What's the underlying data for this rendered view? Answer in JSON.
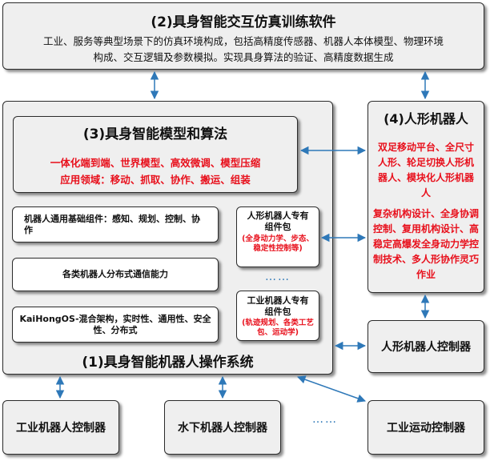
{
  "sim": {
    "title": "(2)具身智能交互仿真训练软件",
    "desc_line1": "工业、服务等典型场景下的仿真环境构成，包括高精度传感器、机器人本体模型、物理环境",
    "desc_line2": "构成、交互逻辑及参数模拟。实现具身算法的验证、高精度数据生成"
  },
  "model": {
    "title": "(3)具身智能模型和算法",
    "line1": "一体化端到端、世界模型、高效微调、模型压缩",
    "line2": "应用领域：移动、抓取、协作、搬运、组装"
  },
  "os": {
    "title": "(1)具身智能机器人操作系统",
    "basic_components": "机器人通用基础组件：感知、规划、控制、协作",
    "comm": "各类机器人分布式通信能力",
    "kaihong": "KaiHongOS-混合架构，实时性、通用性、安全性、分布式",
    "humanoid_pkg_title": "人形机器人专有组件包",
    "humanoid_pkg_detail": "(全身动力学、步态、稳定性控制等)",
    "ellipsis": "……",
    "industrial_pkg_title": "工业机器人专有组件包",
    "industrial_pkg_detail": "(轨迹规划、各类工艺包、运动学)"
  },
  "humanoid": {
    "title": "(4)人形机器人",
    "para1": "双足移动平台、全尺寸人形、轮足切换人形机器人、模块化人形机器人",
    "para2": "复杂机构设计、全身协调控制、复用机构设计、高稳定高爆发全身动力学控制技术、多人形协作灵巧作业"
  },
  "controllers": {
    "humanoid": "人形机器人控制器",
    "industrial": "工业机器人控制器",
    "underwater": "水下机器人控制器",
    "ellipsis": "……",
    "motion": "工业运动控制器"
  },
  "colors": {
    "arrow": "#2e78b8",
    "highlight": "#e8101c",
    "panel": "#efefef"
  }
}
